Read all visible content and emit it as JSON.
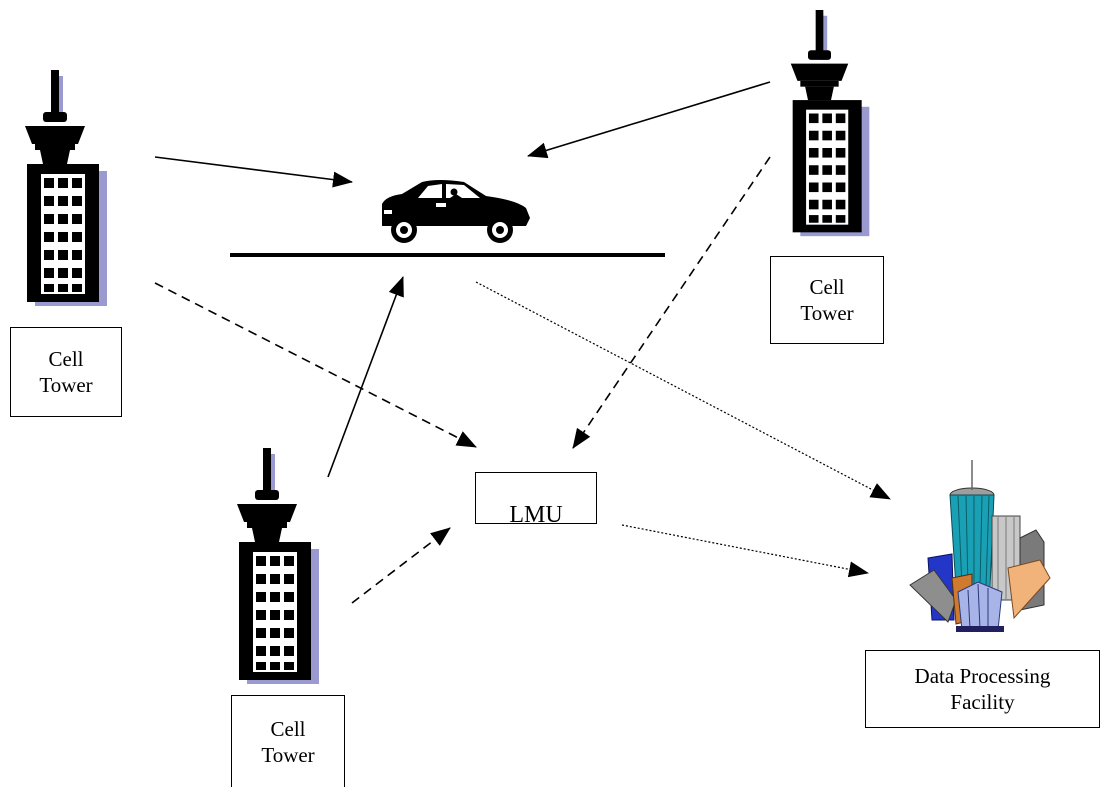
{
  "diagram": {
    "nodes": {
      "tower_left": {
        "icon": "cell-tower-icon",
        "label_line1": "Cell",
        "label_line2": "Tower"
      },
      "tower_right": {
        "icon": "cell-tower-icon",
        "label_line1": "Cell",
        "label_line2": "Tower"
      },
      "tower_bottom": {
        "icon": "cell-tower-icon",
        "label_line1": "Cell",
        "label_line2": "Tower"
      },
      "car": {
        "icon": "car-icon"
      },
      "lmu": {
        "label": "LMU"
      },
      "facility": {
        "icon": "city-buildings-icon",
        "label_line1": "Data Processing",
        "label_line2": "Facility"
      }
    },
    "edges": [
      {
        "from": "tower_left",
        "to": "car",
        "style": "solid"
      },
      {
        "from": "tower_right",
        "to": "car",
        "style": "solid"
      },
      {
        "from": "tower_bottom",
        "to": "car",
        "style": "solid"
      },
      {
        "from": "tower_left",
        "to": "lmu",
        "style": "dashed"
      },
      {
        "from": "tower_right",
        "to": "lmu",
        "style": "dashed"
      },
      {
        "from": "tower_bottom",
        "to": "lmu",
        "style": "dashed"
      },
      {
        "from": "car",
        "to": "facility",
        "style": "dotted"
      },
      {
        "from": "lmu",
        "to": "facility",
        "style": "dotted"
      }
    ]
  }
}
